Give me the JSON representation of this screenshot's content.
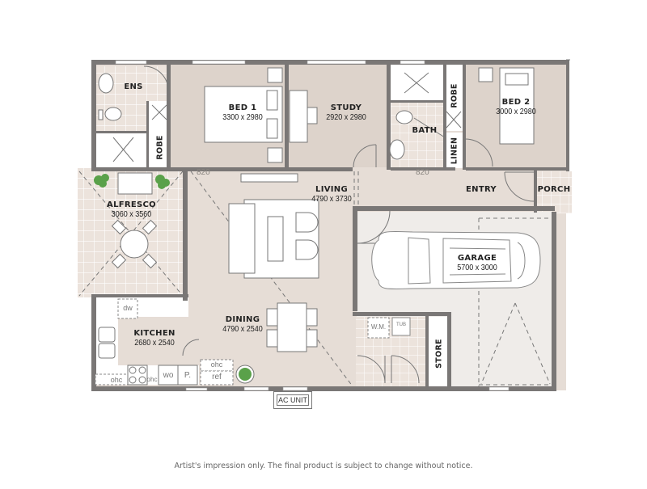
{
  "plan": {
    "colors": {
      "wall": "#7a7776",
      "floor": "#e6ddd6",
      "bedroom_floor": "#ddd3cb",
      "tile": "#ede5df",
      "garage_floor": "#efece9",
      "plant": "#5aa14a"
    },
    "rooms": {
      "ens": {
        "name": "ENS"
      },
      "bed1": {
        "name": "BED 1",
        "dims": "3300 x 2980"
      },
      "study": {
        "name": "STUDY",
        "dims": "2920 x 2980"
      },
      "bath": {
        "name": "BATH"
      },
      "robe_bed2": {
        "name": "ROBE"
      },
      "linen": {
        "name": "LINEN"
      },
      "bed2": {
        "name": "BED 2",
        "dims": "3000 x 2980"
      },
      "robe_bed1": {
        "name": "ROBE"
      },
      "alfresco": {
        "name": "ALFRESCO",
        "dims": "3060 x 3560"
      },
      "living": {
        "name": "LIVING",
        "dims": "4790 x 3730"
      },
      "entry": {
        "name": "ENTRY"
      },
      "porch": {
        "name": "PORCH"
      },
      "garage": {
        "name": "GARAGE",
        "dims": "5700 x 3000"
      },
      "kitchen": {
        "name": "KITCHEN",
        "dims": "2680 x 2540"
      },
      "dining": {
        "name": "DINING",
        "dims": "4790 x 2540"
      },
      "store": {
        "name": "STORE"
      }
    },
    "door_widths": [
      "820",
      "820"
    ],
    "fixtures": {
      "dw": "dw",
      "ohc_left": "ohc",
      "ohc_mid": "ohc",
      "wo": "wo",
      "pantry": "P.",
      "ohc_ref": "ohc",
      "ref": "ref",
      "wm": "W.M.",
      "tub": "TUB"
    },
    "ac_unit": "AC UNIT"
  },
  "footer": {
    "disclaimer": "Artist's impression only. The final product is subject to change without notice."
  }
}
